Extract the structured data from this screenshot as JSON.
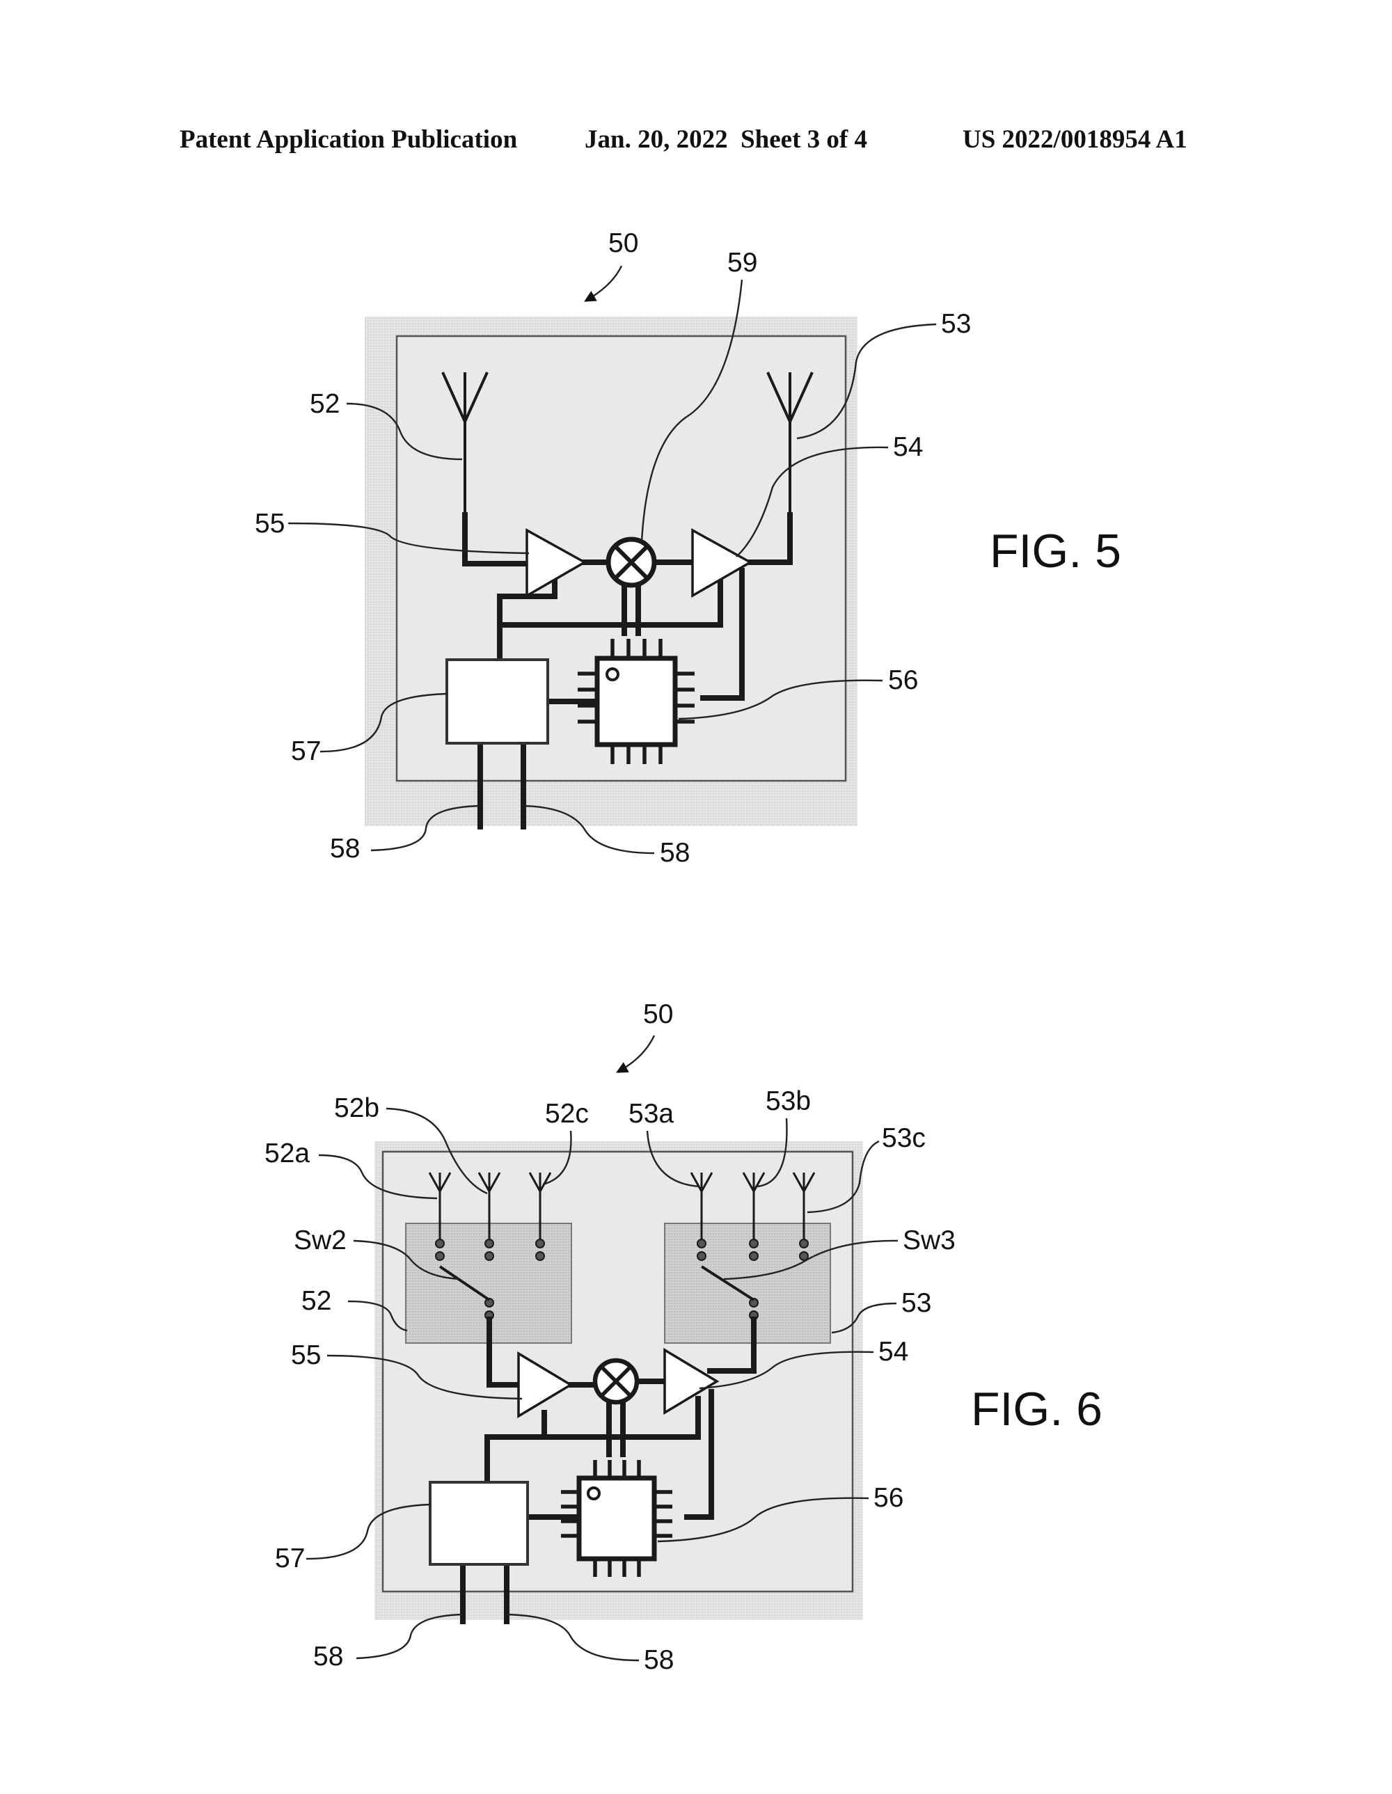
{
  "header": {
    "publication": "Patent Application Publication",
    "date_sheet": "Jan. 20, 2022  Sheet 3 of 4",
    "pub_number": "US 2022/0018954 A1"
  },
  "fig5": {
    "caption": "FIG. 5",
    "labels": {
      "device": "50",
      "mixer": "59",
      "antenna_right": "53",
      "antenna_left": "52",
      "amp_right": "54",
      "amp_left": "55",
      "chip": "56",
      "box": "57",
      "lead_left": "58",
      "lead_right": "58"
    }
  },
  "fig6": {
    "caption": "FIG. 6",
    "labels": {
      "device": "50",
      "ant_52a": "52a",
      "ant_52b": "52b",
      "ant_52c": "52c",
      "ant_53a": "53a",
      "ant_53b": "53b",
      "ant_53c": "53c",
      "switch_left": "Sw2",
      "switch_right": "Sw3",
      "block_left": "52",
      "block_right": "53",
      "amp_left": "55",
      "amp_right": "54",
      "box": "57",
      "chip": "56",
      "lead_left": "58",
      "lead_right": "58"
    }
  }
}
